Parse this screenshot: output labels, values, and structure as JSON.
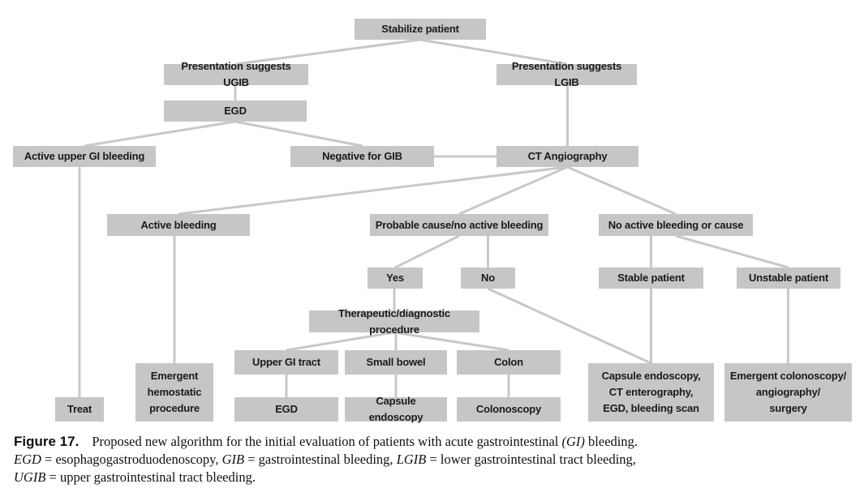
{
  "nodes": {
    "stabilize": "Stabilize patient",
    "ugib": "Presentation suggests UGIB",
    "lgib": "Presentation suggests LGIB",
    "egd_top": "EGD",
    "active_upper": "Active upper GI bleeding",
    "negative": "Negative for  GIB",
    "ct_angio": "CT Angiography",
    "active_bleeding": "Active bleeding",
    "probable_cause": "Probable cause/no active bleeding",
    "no_active": "No active bleeding or cause",
    "yes": "Yes",
    "no": "No",
    "stable": "Stable patient",
    "unstable": "Unstable patient",
    "therapeutic": "Therapeutic/diagnostic procedure",
    "upper_gi": "Upper GI tract",
    "small_bowel": "Small bowel",
    "colon": "Colon",
    "emergent_hemostatic": "Emergent\nhemostatic\nprocedure",
    "capsule_ct": "Capsule endoscopy,\nCT enterography,\nEGD, bleeding scan",
    "emergent_colonoscopy": "Emergent colonoscopy/\nangiography/\nsurgery",
    "treat": "Treat",
    "egd_bottom": "EGD",
    "capsule_endoscopy": "Capsule endoscopy",
    "colonoscopy": "Colonoscopy"
  },
  "edges": [
    [
      "stabilize",
      "ugib"
    ],
    [
      "stabilize",
      "lgib"
    ],
    [
      "ugib",
      "egd_top"
    ],
    [
      "egd_top",
      "active_upper"
    ],
    [
      "egd_top",
      "negative"
    ],
    [
      "negative",
      "ct_angio"
    ],
    [
      "lgib",
      "ct_angio"
    ],
    [
      "ct_angio",
      "active_bleeding"
    ],
    [
      "ct_angio",
      "probable_cause"
    ],
    [
      "ct_angio",
      "no_active"
    ],
    [
      "active_upper",
      "treat"
    ],
    [
      "active_bleeding",
      "emergent_hemostatic"
    ],
    [
      "probable_cause",
      "yes"
    ],
    [
      "probable_cause",
      "no"
    ],
    [
      "no",
      "capsule_ct"
    ],
    [
      "yes",
      "therapeutic"
    ],
    [
      "therapeutic",
      "upper_gi"
    ],
    [
      "therapeutic",
      "small_bowel"
    ],
    [
      "therapeutic",
      "colon"
    ],
    [
      "upper_gi",
      "egd_bottom"
    ],
    [
      "small_bowel",
      "capsule_endoscopy"
    ],
    [
      "colon",
      "colonoscopy"
    ],
    [
      "no_active",
      "stable"
    ],
    [
      "no_active",
      "unstable"
    ],
    [
      "stable",
      "capsule_ct"
    ],
    [
      "unstable",
      "emergent_colonoscopy"
    ]
  ],
  "caption": {
    "label": "Figure 17.",
    "line1": "Proposed new algorithm for the initial evaluation of patients with acute gastrointestinal ",
    "line1_abbr": "(GI)",
    "line1_end": " bleeding.",
    "egd_abbr": "EGD",
    "egd_def": " = esophagogastroduodenoscopy, ",
    "gib_abbr": "GIB",
    "gib_def": " = gastrointestinal bleeding, ",
    "lgib_abbr": "LGIB",
    "lgib_def": " = lower gastrointestinal tract bleeding,",
    "ugib_abbr": "UGIB",
    "ugib_def": " = upper gastrointestinal tract bleeding."
  }
}
